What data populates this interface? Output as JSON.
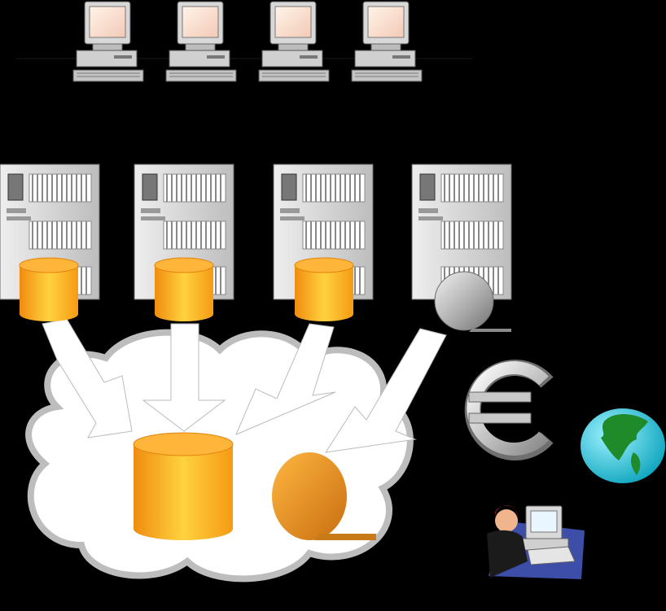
{
  "diagram": {
    "background_color": "#000000",
    "client_count": 4,
    "server_count": 4,
    "server_storage": [
      "database-cylinder",
      "database-cylinder",
      "database-cylinder",
      "tape-reel"
    ],
    "central_store": [
      "database-cylinder",
      "tape-reel"
    ],
    "side_icons": [
      "euro-icon",
      "globe-icon",
      "user-at-computer-icon"
    ],
    "colors": {
      "cylinder_orange": "#f7a21a",
      "cylinder_light": "#ffd23f",
      "server_gray": "#c8c8c8",
      "cloud_white": "#ffffff",
      "arrow_white": "#ffffff",
      "globe_ocean": "#29c6d9",
      "globe_land": "#1f8a2a"
    }
  }
}
